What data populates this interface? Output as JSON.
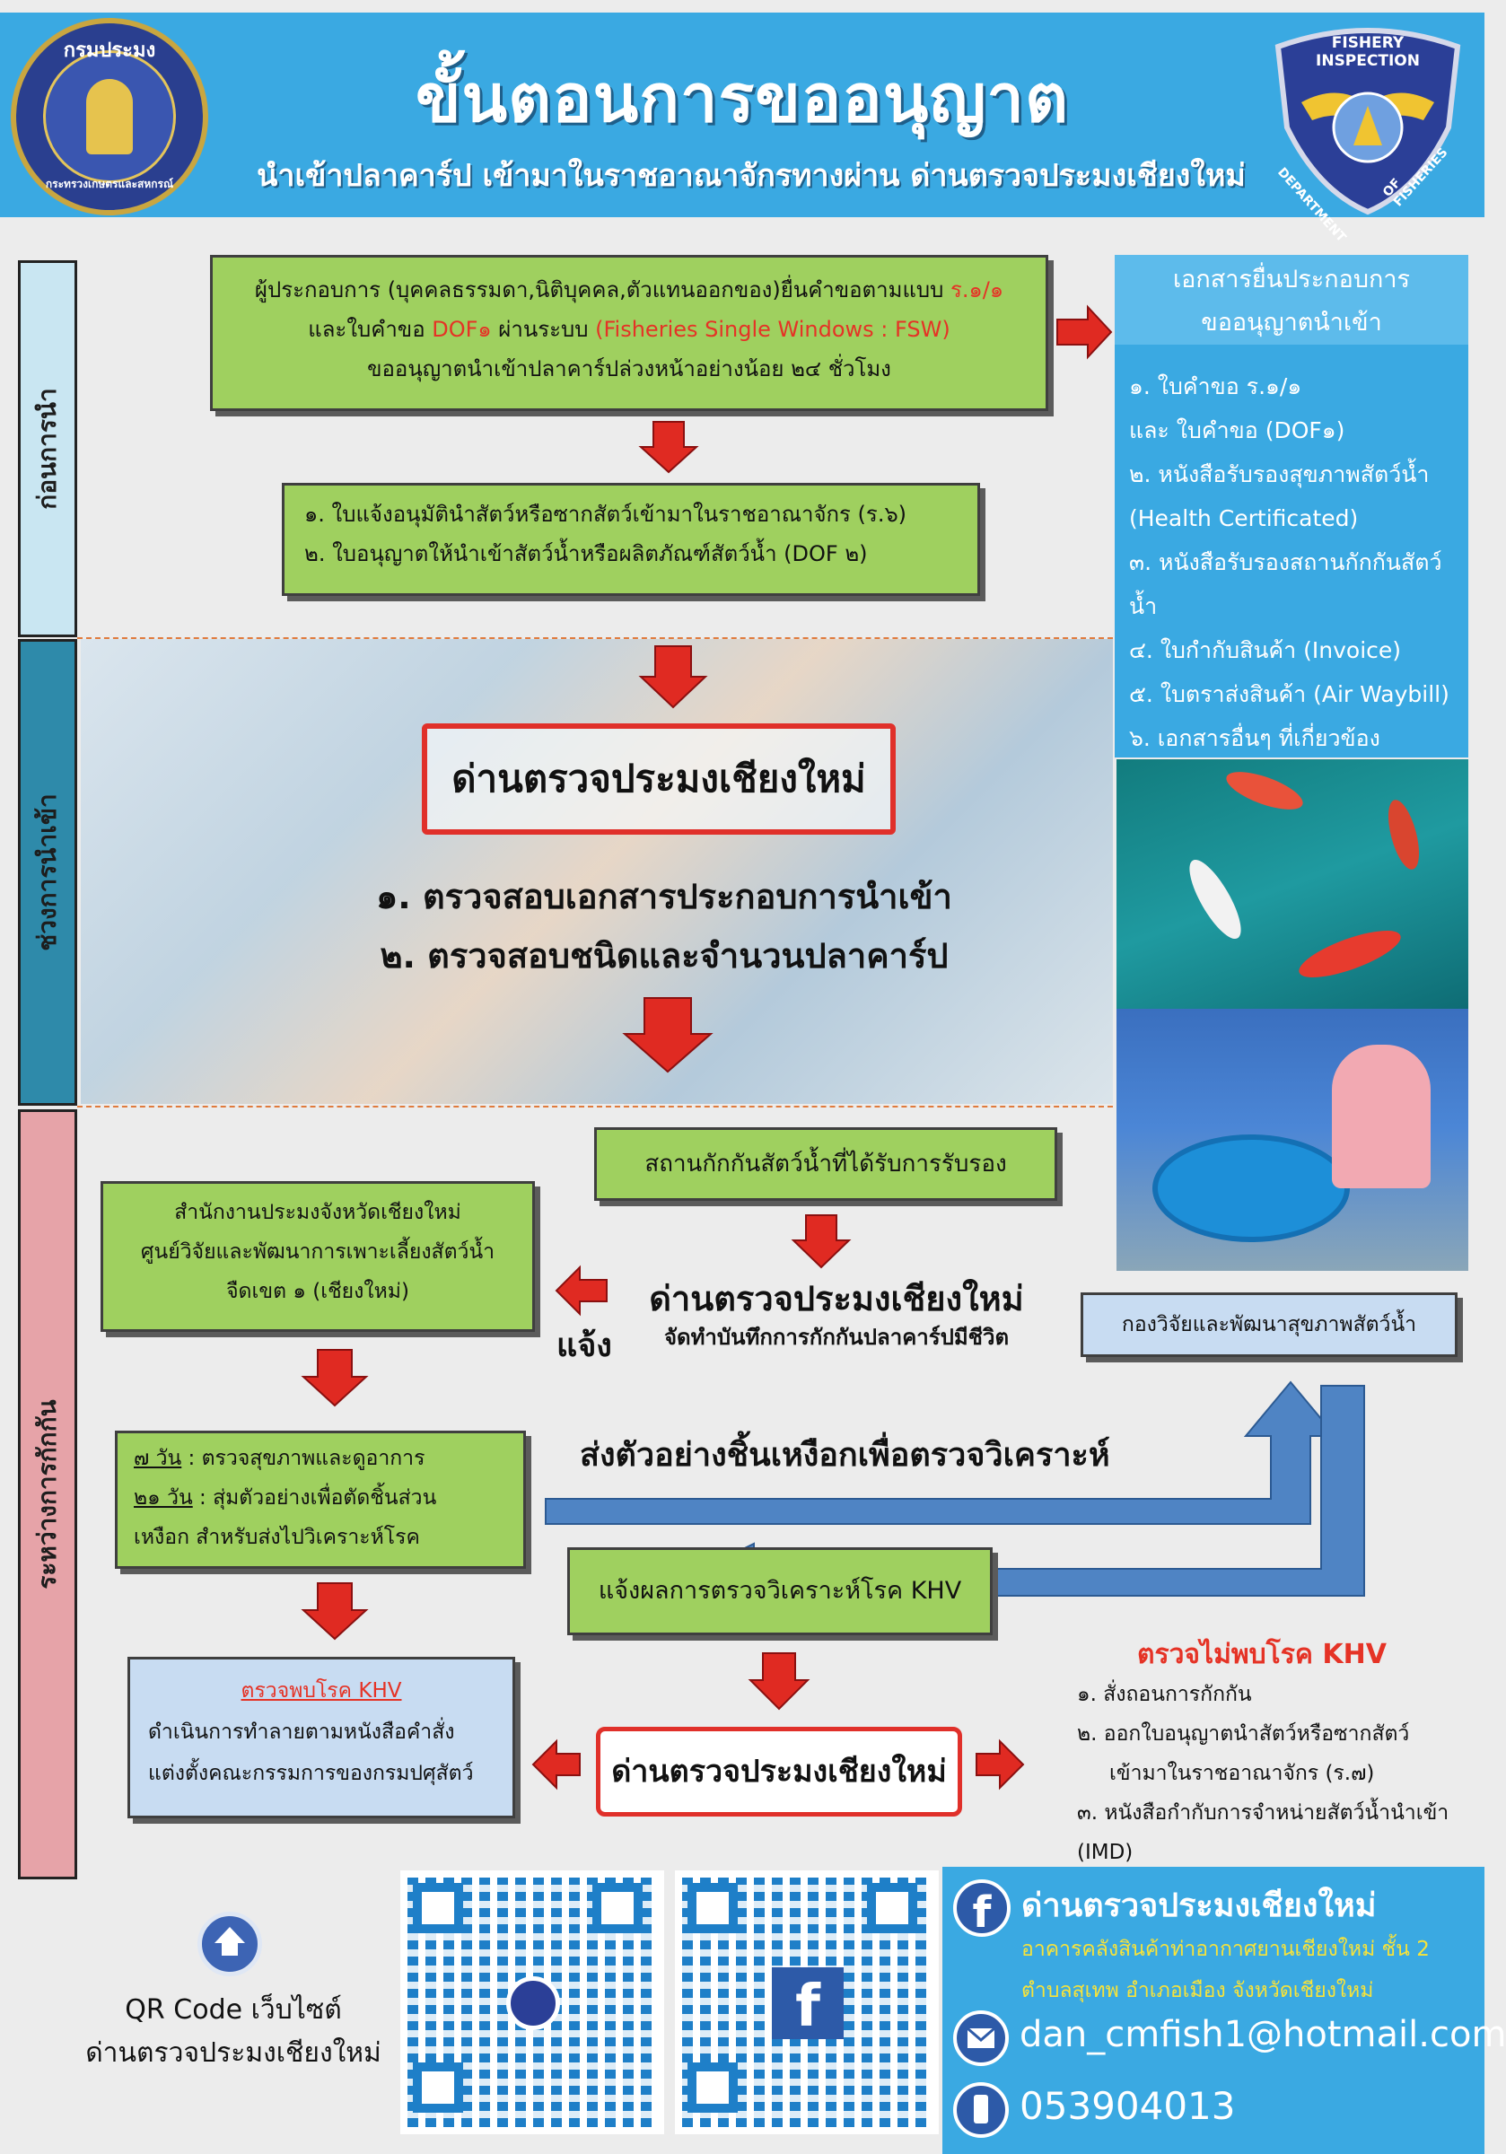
{
  "header": {
    "title": "ขั้นตอนการขออนุญาต",
    "subtitle": "นำเข้าปลาคาร์ป เข้ามาในราชอาณาจักรทางผ่าน ด่านตรวจประมงเชียงใหม่",
    "logo_left_text": "กรมประมง",
    "logo_left_bottom": "กระทรวงเกษตรและสหกรณ์",
    "badge_top": "FISHERY INSPECTION",
    "badge_bottom_left": "DEPARTMENT",
    "badge_bottom_right": "OF FISHERIES"
  },
  "stages": [
    "ก่อนการนำ",
    "ช่วงการนำเข้า",
    "ระหว่างการกักกัน"
  ],
  "step1": {
    "line1_a": "ผู้ประกอบการ (บุคคลธรรมดา,นิติบุคคล,ตัวแทนออกของ)ยื่นคำขอตามแบบ ",
    "line1_b": "ร.๑/๑",
    "line2_a": "และใบคำขอ ",
    "line2_b": "DOF๑",
    "line2_c": " ผ่านระบบ ",
    "line2_d": "(Fisheries Single Windows : FSW)",
    "line3": "ขออนุญาตนำเข้าปลาคาร์ปล่วงหน้าอย่างน้อย ๒๔ ชั่วโมง"
  },
  "step2": {
    "line1": "๑. ใบแจ้งอนุมัตินำสัตว์หรือซากสัตว์เข้ามาในราชอาณาจักร (ร.๖)",
    "line2": "๒. ใบอนุญาตให้นำเข้าสัตว์น้ำหรือผลิตภัณฑ์สัตว์น้ำ (DOF ๒)"
  },
  "docs": {
    "header1": "เอกสารยื่นประกอบการ",
    "header2": "ขออนุญาตนำเข้า",
    "items": [
      "๑. ใบคำขอ ร.๑/๑",
      "และ ใบคำขอ (DOF๑)",
      "๒. หนังสือรับรองสุขภาพสัตว์น้ำ",
      "(Health Certificated)",
      "๓. หนังสือรับรองสถานกักกันสัตว์น้ำ",
      "๔. ใบกำกับสินค้า (Invoice)",
      "๕. ใบตราส่งสินค้า (Air Waybill)",
      "๖. เอกสารอื่นๆ ที่เกี่ยวข้อง"
    ]
  },
  "checkpoint": {
    "name": "ด่านตรวจประมงเชียงใหม่",
    "check1": "๑. ตรวจสอบเอกสารประกอบการนำเข้า",
    "check2": "๒. ตรวจสอบชนิดและจำนวนปลาคาร์ป"
  },
  "quarantine": {
    "station": "สถานกักกันสัตว์น้ำที่ได้รับการรับรอง",
    "office1": "สำนักงานประมงจังหวัดเชียงใหม่",
    "office2": "ศูนย์วิจัยและพัฒนาการเพาะเลี้ยงสัตว์น้ำ",
    "office3": "จืดเขต ๑ (เชียงใหม่)",
    "notify": "แจ้ง",
    "checkpoint_name": "ด่านตรวจประมงเชียงใหม่",
    "checkpoint_sub": "จัดทำบันทึกการกักกันปลาคาร์ปมีชีวิต",
    "research": "กองวิจัยและพัฒนาสุขภาพสัตว์น้ำ",
    "days7_a": "๗ วัน",
    "days7_b": " : ตรวจสุขภาพและดูอาการ",
    "days21_a": "๒๑ วัน",
    "days21_b": " : สุ่มตัวอย่างเพื่อตัดชิ้นส่วน",
    "days21_c": "เหงือก สำหรับส่งไปวิเคราะห์โรค",
    "send_sample": "ส่งตัวอย่างชิ้นเหงือกเพื่อตรวจวิเคราะห์",
    "result": "แจ้งผลการตรวจวิเคราะห์โรค KHV",
    "found_title": "ตรวจพบโรค KHV",
    "found1": "ดำเนินการทำลายตามหนังสือคำสั่ง",
    "found2": "แต่งตั้งคณะกรรมการของกรมปศุสัตว์",
    "final_checkpoint": "ด่านตรวจประมงเชียงใหม่",
    "notfound_title": "ตรวจไม่พบโรค KHV",
    "notfound_items": [
      "๑. สั่งถอนการกักกัน",
      "๒. ออกใบอนุญาตนำสัตว์หรือซากสัตว์",
      "เข้ามาในราชอาณาจักร (ร.๗)",
      "๓. หนังสือกำกับการจำหน่ายสัตว์น้ำนำเข้า",
      "(IMD)"
    ]
  },
  "footer": {
    "qr_label1": "QR Code เว็บไซต์",
    "qr_label2": "ด่านตรวจประมงเชียงใหม่",
    "fb_name": "ด่านตรวจประมงเชียงใหม่",
    "address1": "อาคารคลังสินค้าท่าอากาศยานเชียงใหม่ ชั้น 2",
    "address2": "ตำบลสุเทพ อำเภอเมือง จังหวัดเชียงใหม่",
    "email": "dan_cmfish1@hotmail.com",
    "phone": "053904013"
  },
  "colors": {
    "header_blue": "#3aa9e2",
    "box_green": "#9fd05f",
    "alert_red": "#e53326",
    "arrow_blue": "#4f84c4"
  }
}
